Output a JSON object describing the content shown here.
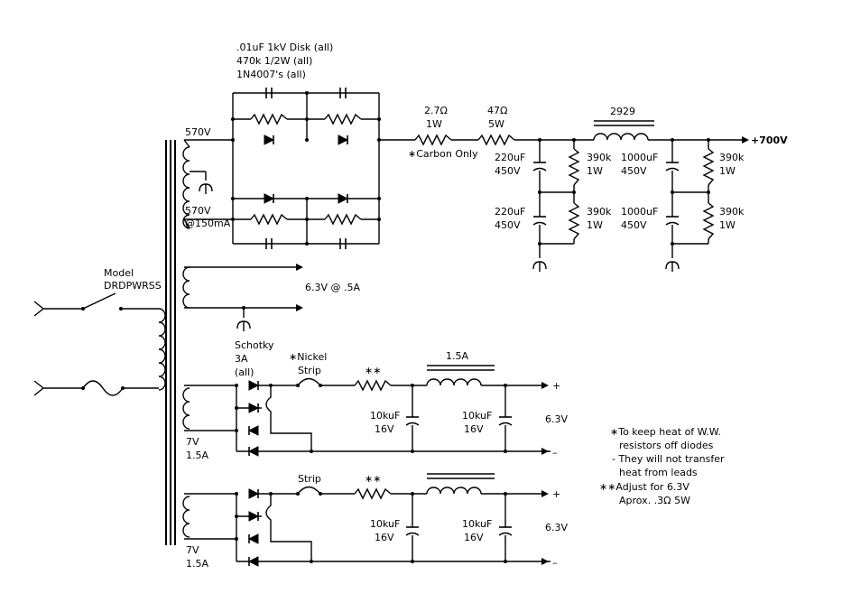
{
  "labels": {
    "cap_note_1": ".01uF 1kV Disk (all)",
    "cap_note_2": "470k 1/2W (all)",
    "cap_note_3": "1N4007's (all)",
    "v570_top": "570V",
    "v570_bot": "570V",
    "at150": "@150mA",
    "r27_val": "2.7Ω",
    "r27_w": "1W",
    "r47_val": "47Ω",
    "r47_w": "5W",
    "carbon": "∗Carbon Only",
    "choke_2929": "2929",
    "out_700": "+700V",
    "c220a_val": "220uF",
    "c220a_v": "450V",
    "c220b_val": "220uF",
    "c220b_v": "450V",
    "r390a_val": "390k",
    "r390a_w": "1W",
    "r390b_val": "390k",
    "r390b_w": "1W",
    "c1000a_val": "1000uF",
    "c1000a_v": "450V",
    "c1000b_val": "1000uF",
    "c1000b_v": "450V",
    "r390c_val": "390k",
    "r390c_w": "1W",
    "r390d_val": "390k",
    "r390d_w": "1W",
    "model_1": "Model",
    "model_2": "DRDPWRSS",
    "heater_63": "6.3V @ .5A",
    "schotky_1": "Schotky",
    "schotky_2": "3A",
    "schotky_3": "(all)",
    "nickel_1": "∗Nickel",
    "nickel_2": "Strip",
    "star2_a": "∗∗",
    "choke_15": "1.5A",
    "c10k_a_val": "10kuF",
    "c10k_a_v": "16V",
    "c10k_b_val": "10kuF",
    "c10k_b_v": "16V",
    "out_63_a": "6.3V",
    "plus_a": "+",
    "minus_a": "–",
    "sec7v_a": "7V",
    "sec15_a": "1.5A",
    "strip_2": "Strip",
    "star2_b": "∗∗",
    "c10k_c_val": "10kuF",
    "c10k_c_v": "16V",
    "c10k_d_val": "10kuF",
    "c10k_d_v": "16V",
    "out_63_b": "6.3V",
    "plus_b": "+",
    "minus_b": "–",
    "sec7v_b": "7V",
    "sec15_b": "1.5A",
    "note_1": "∗To keep heat of W.W.",
    "note_2": "resistors off diodes",
    "note_3": "- They will not transfer",
    "note_4": "heat from leads",
    "note_5": "∗∗Adjust for  6.3V",
    "note_6": "Aprox. .3Ω 5W"
  }
}
